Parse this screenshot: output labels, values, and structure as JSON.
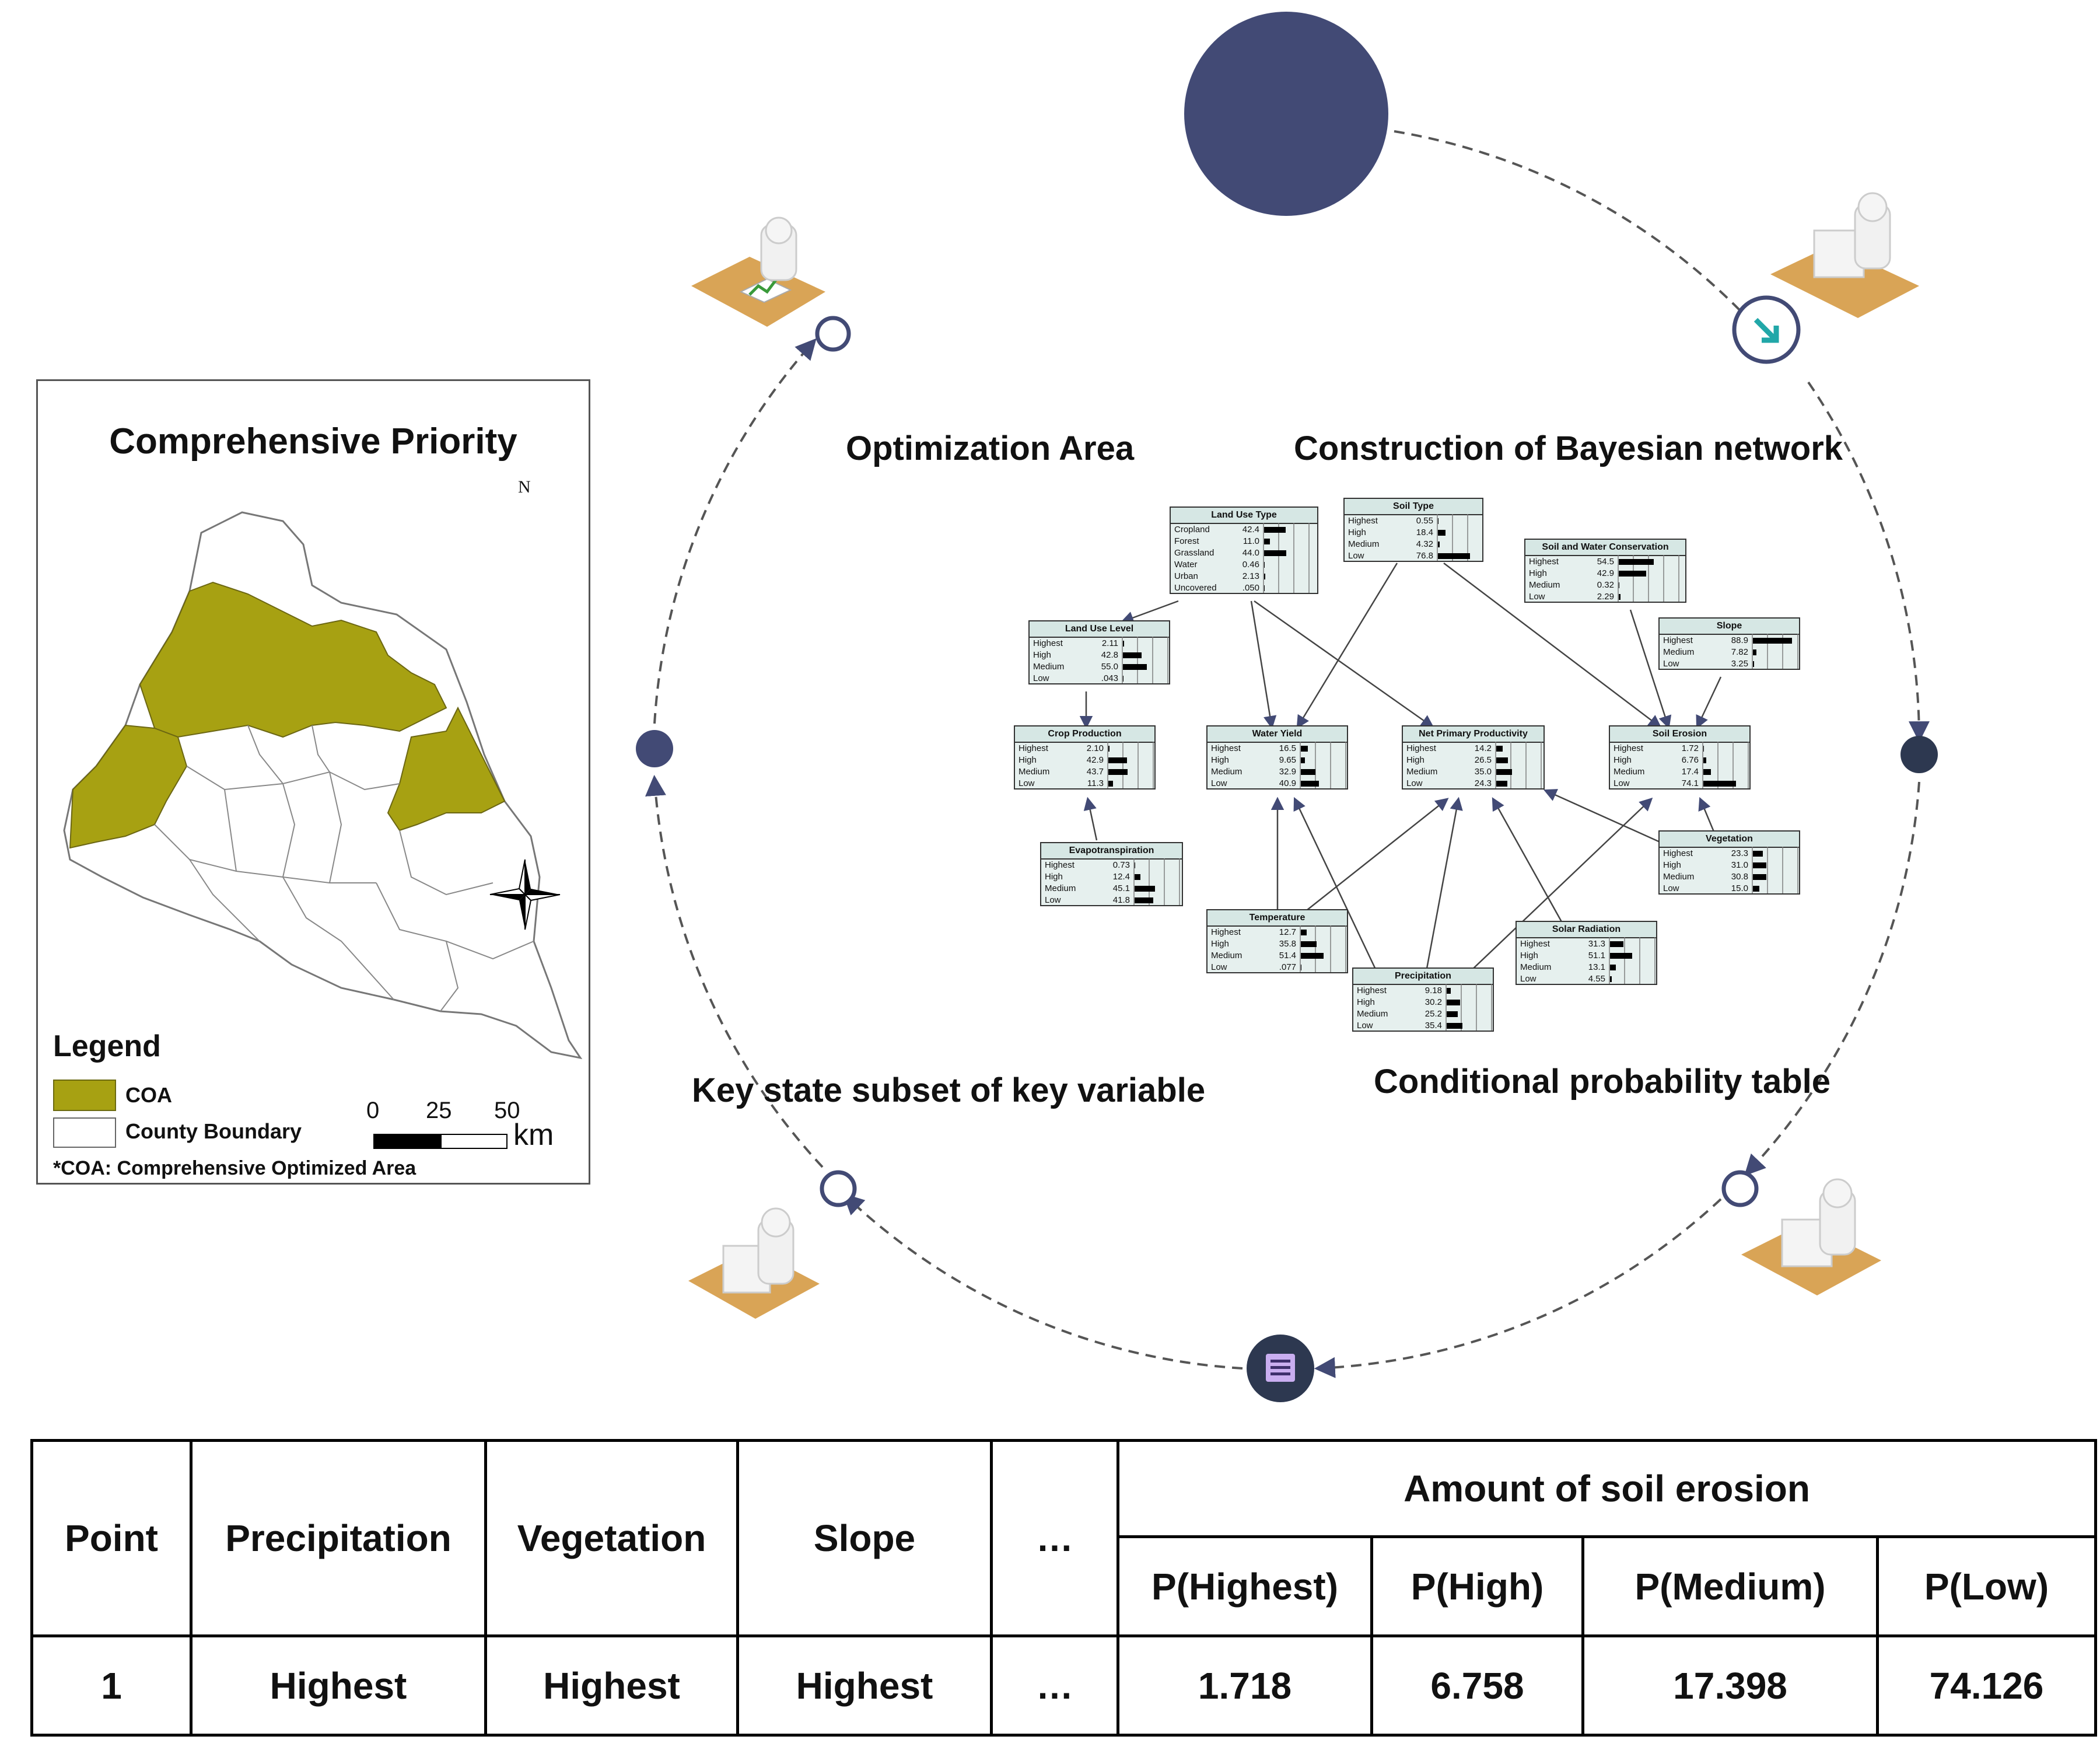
{
  "map": {
    "title": "Comprehensive Priority",
    "north_label": "N",
    "legend_title": "Legend",
    "legend_items": [
      {
        "label": "COA",
        "color": "#a7a112"
      },
      {
        "label": "County Boundary",
        "color": "#ffffff"
      }
    ],
    "footnote": "*COA: Comprehensive Optimized Area",
    "scale": {
      "ticks": [
        "0",
        "25",
        "50"
      ],
      "unit": "km"
    }
  },
  "cycle": {
    "labels": {
      "optimization_area": "Optimization Area",
      "bayesian_network": "Construction of Bayesian network",
      "key_state_subset": "Key state subset of key variable",
      "conditional_probability_table": "Conditional probability table"
    },
    "accent_color": "#424a75"
  },
  "bn_nodes": [
    {
      "title": "Land Use Type",
      "states": [
        [
          "Cropland",
          "42.4"
        ],
        [
          "Forest",
          "11.0"
        ],
        [
          "Grassland",
          "44.0"
        ],
        [
          "Water",
          "0.46"
        ],
        [
          "Urban",
          "2.13"
        ],
        [
          "Uncovered",
          ".050"
        ]
      ],
      "probs": [
        42.4,
        11.0,
        44.0,
        0.46,
        2.13,
        0.05
      ]
    },
    {
      "title": "Soil Type",
      "states": [
        [
          "Highest",
          "0.55"
        ],
        [
          "High",
          "18.4"
        ],
        [
          "Medium",
          "4.32"
        ],
        [
          "Low",
          "76.8"
        ]
      ],
      "probs": [
        0.55,
        18.4,
        4.32,
        76.8
      ]
    },
    {
      "title": "Soil and Water Conservation",
      "states": [
        [
          "Highest",
          "54.5"
        ],
        [
          "High",
          "42.9"
        ],
        [
          "Medium",
          "0.32"
        ],
        [
          "Low",
          "2.29"
        ]
      ],
      "probs": [
        54.5,
        42.9,
        0.32,
        2.29
      ]
    },
    {
      "title": "Land Use Level",
      "states": [
        [
          "Highest",
          "2.11"
        ],
        [
          "High",
          "42.8"
        ],
        [
          "Medium",
          "55.0"
        ],
        [
          "Low",
          ".043"
        ]
      ],
      "probs": [
        2.11,
        42.8,
        55.0,
        0.043
      ]
    },
    {
      "title": "Slope",
      "states": [
        [
          "Highest",
          "88.9"
        ],
        [
          "Medium",
          "7.82"
        ],
        [
          "Low",
          "3.25"
        ]
      ],
      "probs": [
        88.9,
        7.82,
        3.25
      ]
    },
    {
      "title": "Crop Production",
      "states": [
        [
          "Highest",
          "2.10"
        ],
        [
          "High",
          "42.9"
        ],
        [
          "Medium",
          "43.7"
        ],
        [
          "Low",
          "11.3"
        ]
      ],
      "probs": [
        2.1,
        42.9,
        43.7,
        11.3
      ]
    },
    {
      "title": "Water Yield",
      "states": [
        [
          "Highest",
          "16.5"
        ],
        [
          "High",
          "9.65"
        ],
        [
          "Medium",
          "32.9"
        ],
        [
          "Low",
          "40.9"
        ]
      ],
      "probs": [
        16.5,
        9.65,
        32.9,
        40.9
      ]
    },
    {
      "title": "Net Primary Productivity",
      "states": [
        [
          "Highest",
          "14.2"
        ],
        [
          "High",
          "26.5"
        ],
        [
          "Medium",
          "35.0"
        ],
        [
          "Low",
          "24.3"
        ]
      ],
      "probs": [
        14.2,
        26.5,
        35.0,
        24.3
      ]
    },
    {
      "title": "Soil Erosion",
      "states": [
        [
          "Highest",
          "1.72"
        ],
        [
          "High",
          "6.76"
        ],
        [
          "Medium",
          "17.4"
        ],
        [
          "Low",
          "74.1"
        ]
      ],
      "probs": [
        1.72,
        6.76,
        17.4,
        74.1
      ]
    },
    {
      "title": "Evapotranspiration",
      "states": [
        [
          "Highest",
          "0.73"
        ],
        [
          "High",
          "12.4"
        ],
        [
          "Medium",
          "45.1"
        ],
        [
          "Low",
          "41.8"
        ]
      ],
      "probs": [
        0.73,
        12.4,
        45.1,
        41.8
      ]
    },
    {
      "title": "Vegetation",
      "states": [
        [
          "Highest",
          "23.3"
        ],
        [
          "High",
          "31.0"
        ],
        [
          "Medium",
          "30.8"
        ],
        [
          "Low",
          "15.0"
        ]
      ],
      "probs": [
        23.3,
        31.0,
        30.8,
        15.0
      ]
    },
    {
      "title": "Temperature",
      "states": [
        [
          "Highest",
          "12.7"
        ],
        [
          "High",
          "35.8"
        ],
        [
          "Medium",
          "51.4"
        ],
        [
          "Low",
          ".077"
        ]
      ],
      "probs": [
        12.7,
        35.8,
        51.4,
        0.077
      ]
    },
    {
      "title": "Solar Radiation",
      "states": [
        [
          "Highest",
          "31.3"
        ],
        [
          "High",
          "51.1"
        ],
        [
          "Medium",
          "13.1"
        ],
        [
          "Low",
          "4.55"
        ]
      ],
      "probs": [
        31.3,
        51.1,
        13.1,
        4.55
      ]
    },
    {
      "title": "Precipitation",
      "states": [
        [
          "Highest",
          "9.18"
        ],
        [
          "High",
          "30.2"
        ],
        [
          "Medium",
          "25.2"
        ],
        [
          "Low",
          "35.4"
        ]
      ],
      "probs": [
        9.18,
        30.2,
        25.2,
        35.4
      ]
    }
  ],
  "table": {
    "headers": [
      "Point",
      "Precipitation",
      "Vegetation",
      "Slope",
      "…"
    ],
    "group_header": "Amount of soil erosion",
    "sub_headers": [
      "P(Highest)",
      "P(High)",
      "P(Medium)",
      "P(Low)"
    ],
    "rows": [
      [
        "1",
        "Highest",
        "Highest",
        "Highest",
        "…",
        "1.718",
        "6.758",
        "17.398",
        "74.126"
      ]
    ]
  }
}
